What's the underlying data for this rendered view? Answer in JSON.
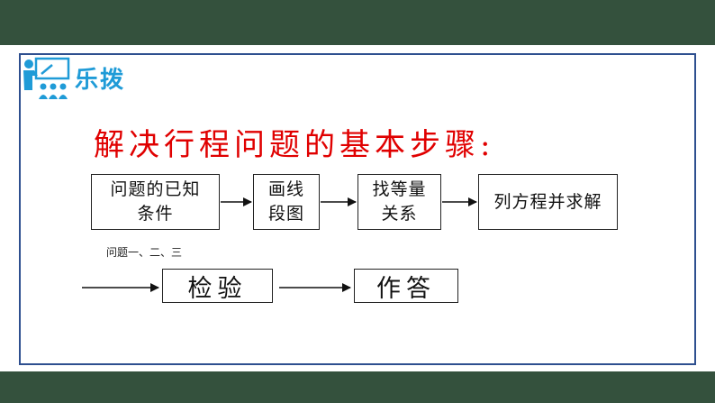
{
  "section": {
    "title": "乐拨",
    "icon": "teacher-presentation-icon"
  },
  "heading": "解决行程问题的基本步骤:",
  "steps": [
    {
      "line1": "问题的已知",
      "line2": "条件"
    },
    {
      "line1": "画线",
      "line2": "段图"
    },
    {
      "line1": "找等量",
      "line2": "关系"
    },
    {
      "line1": "列方程并求解",
      "line2": ""
    }
  ],
  "note": "问题一、二、三",
  "final_steps": [
    "检验",
    "作答"
  ],
  "colors": {
    "band": "#34513d",
    "frame_border": "#2e4f8f",
    "heading": "#e00000",
    "section_title": "#1f9bd7"
  }
}
